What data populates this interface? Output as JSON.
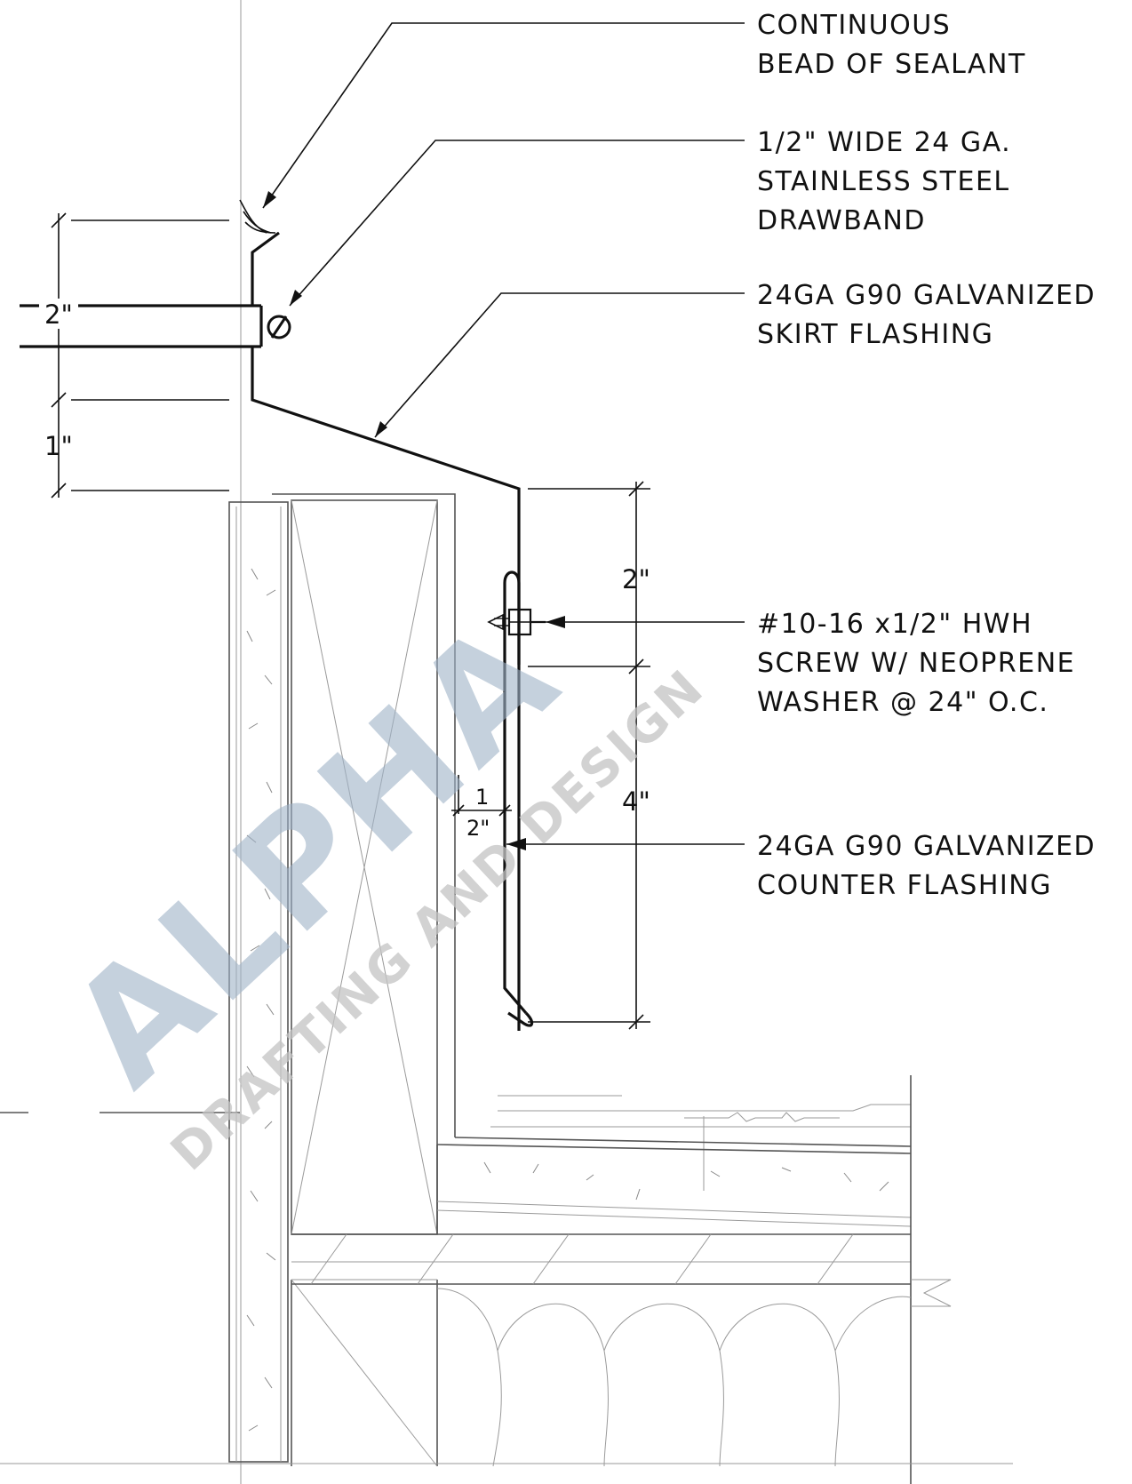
{
  "callouts": {
    "sealant": {
      "line1": "CONTINUOUS",
      "line2": "BEAD OF SEALANT"
    },
    "drawband": {
      "line1": "1/2\" WIDE 24 GA.",
      "line2": "STAINLESS STEEL",
      "line3": "DRAWBAND"
    },
    "skirt_flashing": {
      "line1": "24GA G90 GALVANIZED",
      "line2": "SKIRT FLASHING"
    },
    "screw": {
      "line1": "#10-16 x1/2\" HWH",
      "line2": "SCREW W/ NEOPRENE",
      "line3": "WASHER @ 24\" O.C."
    },
    "counter_flashing": {
      "line1": "24GA G90 GALVANIZED",
      "line2": "COUNTER FLASHING"
    }
  },
  "dimensions": {
    "pipe_height": "2\"",
    "skirt_drop": "1\"",
    "counter_upper": "2\"",
    "counter_lower": "4\"",
    "gap_numerator": "1",
    "gap_denominator": "2\""
  },
  "watermark": {
    "brand": "ALPHA",
    "tagline": "DRAFTING AND DESIGN"
  }
}
